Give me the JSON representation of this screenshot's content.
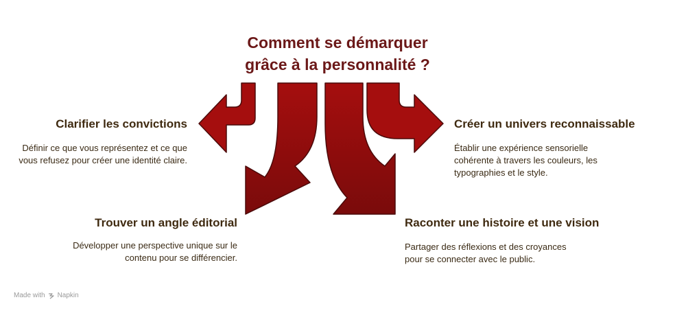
{
  "title": {
    "line1": "Comment se démarquer",
    "line2": "grâce à la personnalité ?"
  },
  "items": [
    {
      "heading": "Clarifier les convictions",
      "description": "Définir ce que vous représentez et ce que vous refusez pour créer une identité claire."
    },
    {
      "heading": "Trouver un angle éditorial",
      "description": "Développer une perspective unique sur le contenu pour se différencier."
    },
    {
      "heading": "Créer un univers reconnaissable",
      "description": "Établir une expérience sensorielle cohérente à travers les couleurs, les typographies et le style."
    },
    {
      "heading": "Raconter une histoire et une vision",
      "description": "Partager des réflexions et des croyances pour se connecter avec le public."
    }
  ],
  "footer": {
    "made_with": "Made with",
    "brand": "Napkin"
  },
  "colors": {
    "arrow_fill": "#a00d0d",
    "arrow_stroke": "#4a0a0a",
    "title": "#6b1818",
    "text": "#3f2a10"
  }
}
